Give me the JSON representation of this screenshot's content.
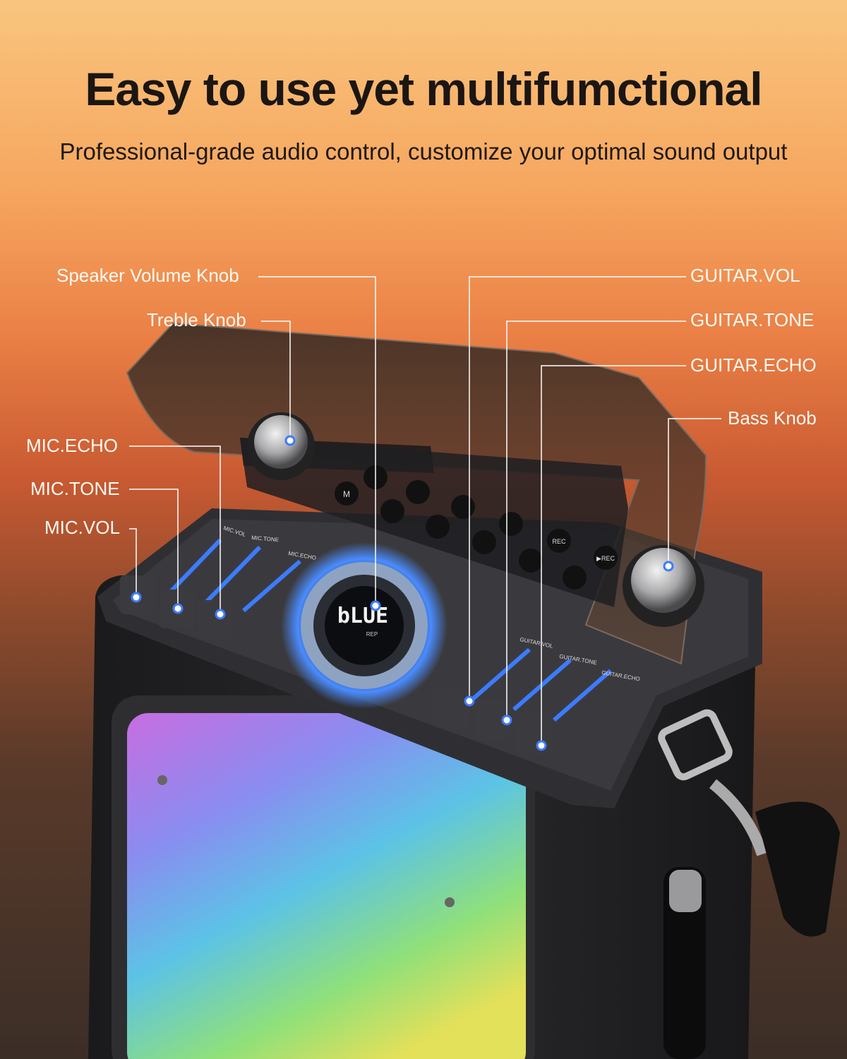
{
  "headline": "Easy to use yet multifumctional",
  "subheadline": "Professional-grade audio control, customize your optimal sound output",
  "callouts": {
    "speaker_volume": "Speaker Volume Knob",
    "treble": "Treble Knob",
    "mic_echo": "MIC.ECHO",
    "mic_tone": "MIC.TONE",
    "mic_vol": "MIC.VOL",
    "guitar_vol": "GUITAR.VOL",
    "guitar_tone": "GUITAR.TONE",
    "guitar_echo": "GUITAR.ECHO",
    "bass": "Bass Knob"
  },
  "device": {
    "display_text": "bLUE",
    "display_sub": "REP",
    "slider_labels_left": [
      "MIC.VOL",
      "MIC.TONE",
      "MIC.ECHO"
    ],
    "slider_labels_right": [
      "GUITAR.VOL",
      "GUITAR.TONE",
      "GUITAR.ECHO"
    ],
    "button_labels": {
      "mode": "M",
      "rec": "REC",
      "play_rec": "▶REC"
    }
  },
  "colors": {
    "accent_glow": "#3d7bff",
    "text_dark": "#1b1613"
  }
}
